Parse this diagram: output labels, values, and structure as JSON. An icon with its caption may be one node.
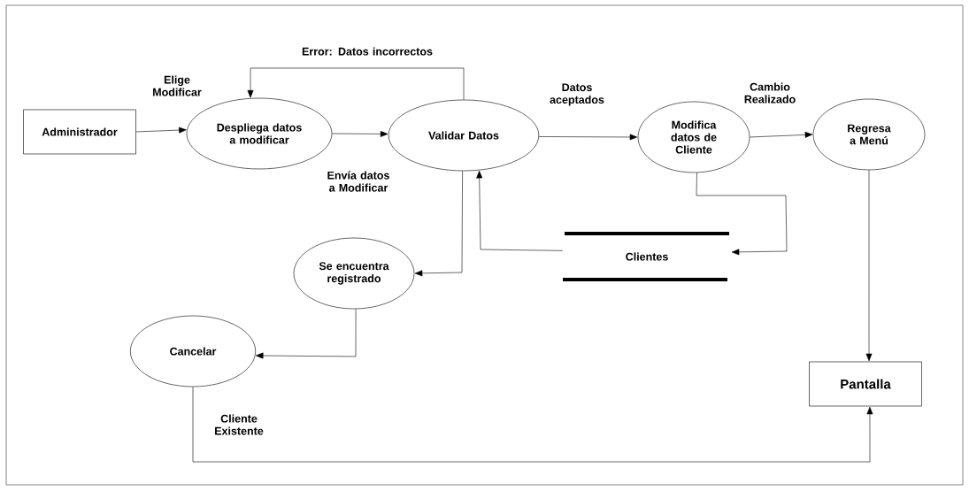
{
  "diagram": {
    "nodes": [
      {
        "text": [
          "Administrador"
        ]
      },
      {
        "text": [
          "Despliega datos a modificar"
        ]
      },
      {
        "text": [
          "Validar Datos"
        ]
      },
      {
        "text": [
          "Modifica datos de Cliente"
        ]
      },
      {
        "text": [
          "Regresa a Menú"
        ]
      },
      {
        "text": [
          "Clientes"
        ]
      },
      {
        "text": [
          "Se encuentra registrado"
        ]
      },
      {
        "text": [
          "Cancelar"
        ]
      },
      {
        "text": [
          "Pantalla"
        ]
      }
    ],
    "edges": [
      {
        "from": 0,
        "to": 1,
        "arrow": "to",
        "label": "Elige Modificar"
      },
      {
        "from": 1,
        "to": 2,
        "arrow": "to",
        "label": "Envía datos a Modificar"
      },
      {
        "from": 2,
        "to": 1,
        "arrow": "to",
        "label": "Error: Datos incorrectos"
      },
      {
        "from": 2,
        "to": 3,
        "arrow": "to",
        "label": "Datos aceptados"
      },
      {
        "from": 3,
        "to": 4,
        "arrow": "to",
        "label": "Cambio Realizado"
      },
      {
        "from": 3,
        "to": 5,
        "arrow": "to"
      },
      {
        "from": 5,
        "to": 2,
        "arrow": "to"
      },
      {
        "from": 2,
        "to": 6,
        "arrow": "to"
      },
      {
        "from": 6,
        "to": 7,
        "arrow": "to"
      },
      {
        "from": 4,
        "to": 8,
        "arrow": "to"
      },
      {
        "from": 7,
        "to": 8,
        "arrow": "to",
        "label": "Cliente Existente"
      }
    ]
  }
}
